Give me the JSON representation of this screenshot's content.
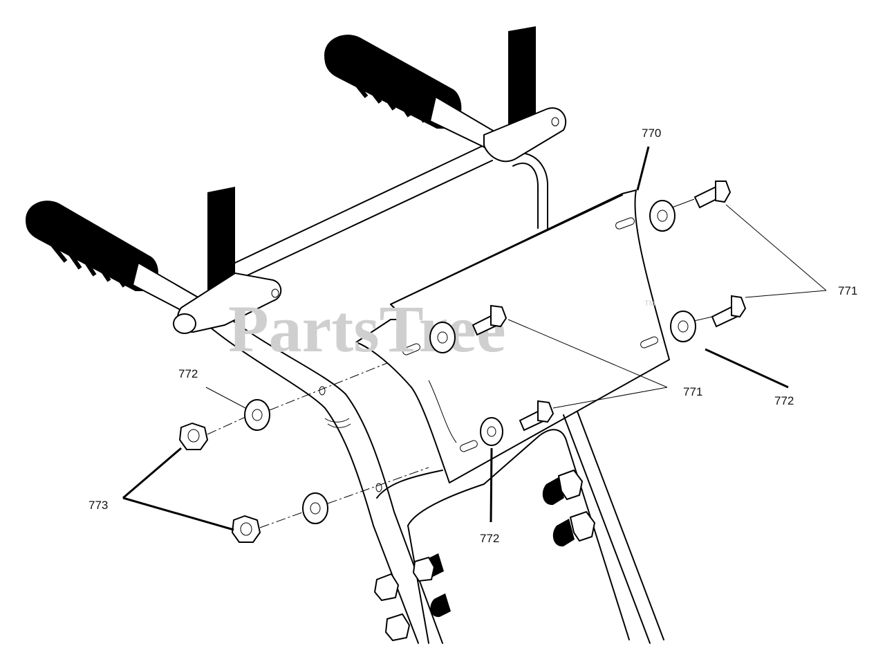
{
  "watermark": {
    "text": "PartsTree",
    "tm": "TM"
  },
  "callouts": {
    "c770": "770",
    "c771_right": "771",
    "c771_mid": "771",
    "c772_left": "772",
    "c772_right": "772",
    "c772_bottom": "772",
    "c773": "773"
  },
  "colors": {
    "line": "#000000",
    "watermark": "#cfcfcf",
    "background": "#ffffff"
  }
}
